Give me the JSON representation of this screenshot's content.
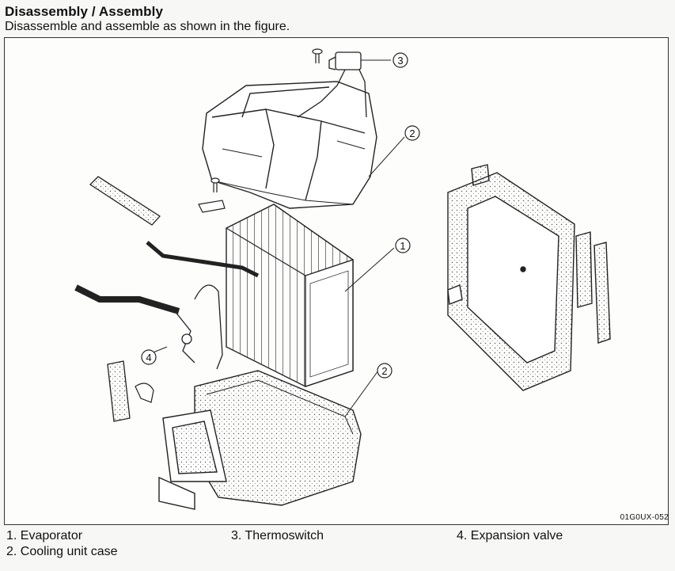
{
  "heading": "Disassembly / Assembly",
  "subheading": "Disassemble and assemble as shown in the figure.",
  "figure_code": "01G0UX-052",
  "callouts": {
    "c1": "1",
    "c2a": "2",
    "c2b": "2",
    "c3": "3",
    "c4": "4"
  },
  "legend": [
    {
      "number": "1.",
      "label": "Evaporator"
    },
    {
      "number": "2.",
      "label": "Cooling unit case"
    },
    {
      "number": "3.",
      "label": "Thermoswitch"
    },
    {
      "number": "4.",
      "label": "Expansion valve"
    }
  ]
}
